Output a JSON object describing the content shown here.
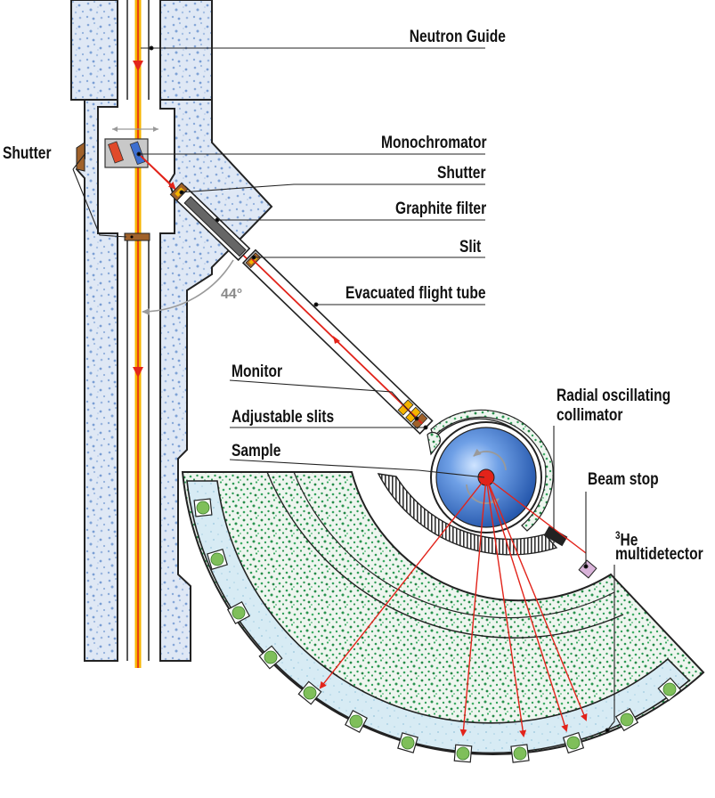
{
  "labels": {
    "neutron_guide": "Neutron Guide",
    "monochromator": "Monochromator",
    "shutter_right": "Shutter",
    "shutter_left": "Shutter",
    "graphite_filter": "Graphite filter",
    "slit": "Slit",
    "flight_tube": "Evacuated flight tube",
    "monitor": "Monitor",
    "adjustable_slits": "Adjustable slits",
    "sample": "Sample",
    "collimator_line1": "Radial oscillating",
    "collimator_line2": "collimator",
    "beam_stop": "Beam stop",
    "multidetector_sup": "3",
    "multidetector_line1": "He",
    "multidetector_line2": "multidetector",
    "angle": "44°"
  },
  "colors": {
    "shielding_fill": "#dce6f5",
    "shielding_speckle": "#7fa3d6",
    "detector_fill": "#ffffff",
    "detector_speckle": "#2f9a55",
    "tube_strip": "#d9ecf5",
    "beam_orange": "#f6b100",
    "beam_red": "#e2231a",
    "sample_blue": "#2a66c4",
    "brown": "#a0612a"
  }
}
